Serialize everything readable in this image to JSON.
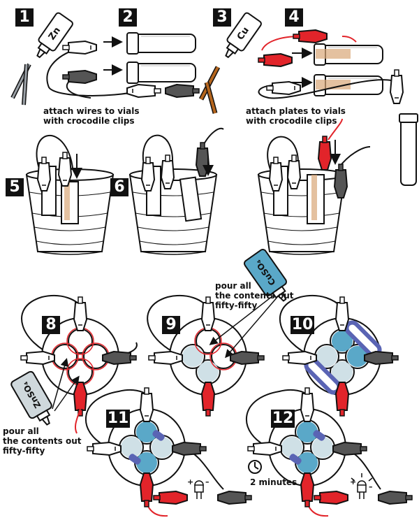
{
  "steps": [
    "1",
    "2",
    "3",
    "4",
    "5",
    "6",
    "8",
    "9",
    "10",
    "11",
    "12"
  ],
  "labels": {
    "zn": "Zn",
    "cu": "Cu",
    "znso4": "ZnSO₄",
    "cuso4": "CuSO₄"
  },
  "captions": {
    "attach_wires": "attach wires to vials\nwith crocodile clips",
    "attach_plates": "attach plates to vials\nwith crocodile clips",
    "pour_top": "pour all\nthe contents out\nfifty-fifty",
    "pour_left": "pour all\nthe contents out\nfifty-fifty",
    "two_minutes": "2 minutes"
  },
  "led_signs": {
    "plus": "+",
    "minus": "–"
  },
  "colors": {
    "clip_white": "#ffffff",
    "clip_red": "#e2242a",
    "clip_gray": "#555555",
    "zinc_plate": "#9aa0a6",
    "copper_plate": "#b5651d",
    "solution_blue": "#5aa8c8",
    "salt_bridge": "#5a64b4"
  }
}
